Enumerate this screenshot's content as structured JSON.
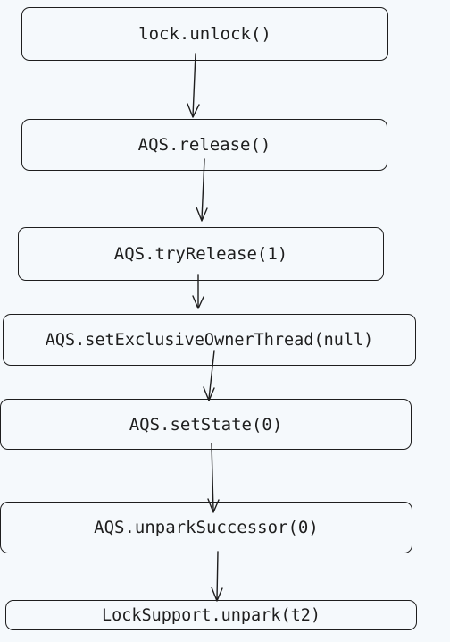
{
  "diagram": {
    "type": "flowchart",
    "direction": "top-to-bottom",
    "nodes": [
      {
        "id": "n1",
        "label": "lock.unlock()"
      },
      {
        "id": "n2",
        "label": "AQS.release()"
      },
      {
        "id": "n3",
        "label": "AQS.tryRelease(1)"
      },
      {
        "id": "n4",
        "label": "AQS.setExclusiveOwnerThread(null)"
      },
      {
        "id": "n5",
        "label": "AQS.setState(0)"
      },
      {
        "id": "n6",
        "label": "AQS.unparkSuccessor(0)"
      },
      {
        "id": "n7",
        "label": "LockSupport.unpark(t2)"
      }
    ],
    "edges": [
      {
        "from": "n1",
        "to": "n2"
      },
      {
        "from": "n2",
        "to": "n3"
      },
      {
        "from": "n3",
        "to": "n4"
      },
      {
        "from": "n4",
        "to": "n5"
      },
      {
        "from": "n5",
        "to": "n6"
      },
      {
        "from": "n6",
        "to": "n7"
      }
    ],
    "colors": {
      "background": "#f5f9fc",
      "stroke": "#1e1e1e",
      "text": "#1e1e1e"
    }
  }
}
